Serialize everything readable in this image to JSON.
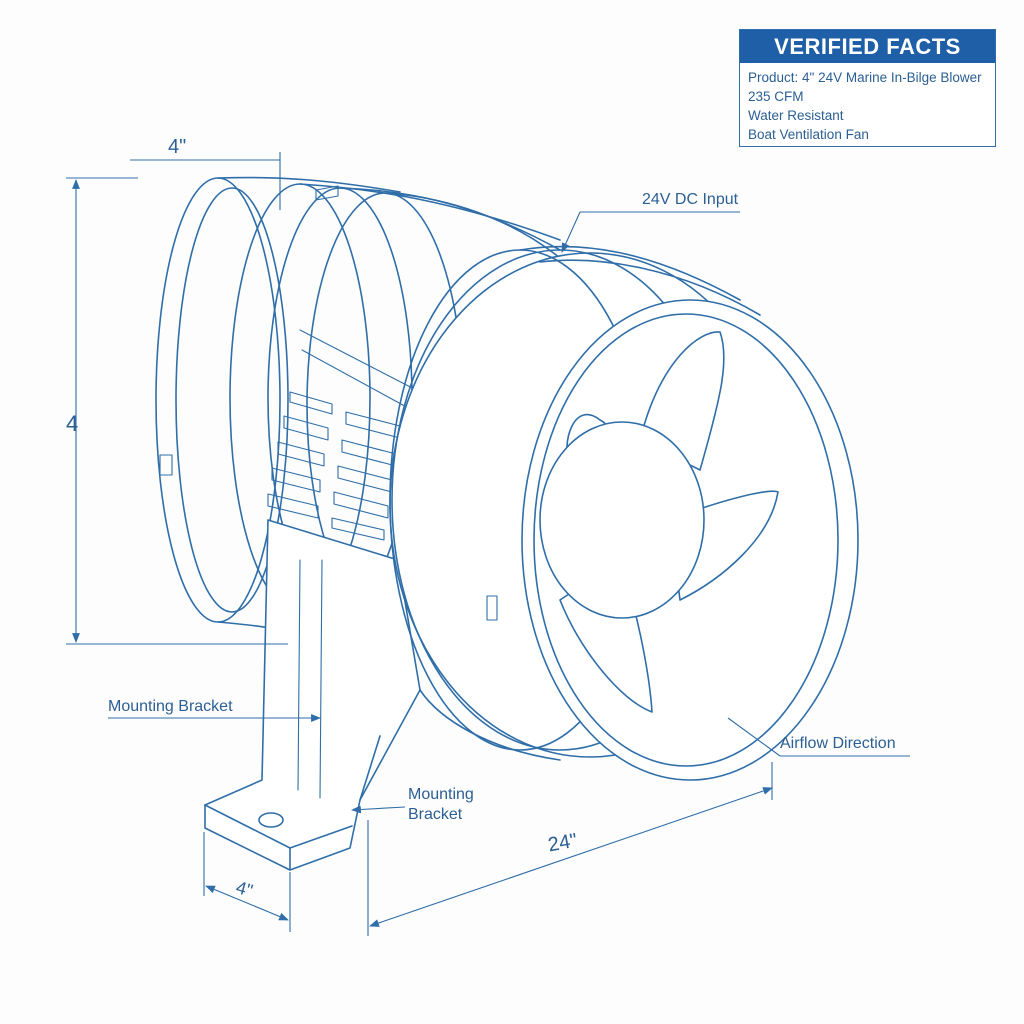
{
  "facts": {
    "title": "VERIFIED FACTS",
    "items": [
      "Product: 4\" 24V Marine In-Bilge Blower",
      "235 CFM",
      "Water Resistant",
      "Boat Ventilation Fan"
    ]
  },
  "labels": {
    "top_width": "4\"",
    "side_height": "4",
    "dc_input": "24V DC Input",
    "mounting_bracket_left": "Mounting Bracket",
    "mounting_bracket_right_1": "Mounting",
    "mounting_bracket_right_2": "Bracket",
    "airflow": "Airflow Direction",
    "length": "24\"",
    "bracket_width": "4\""
  },
  "colors": {
    "ink": "#2f6ea8",
    "header_bg": "#1f5fa8"
  }
}
